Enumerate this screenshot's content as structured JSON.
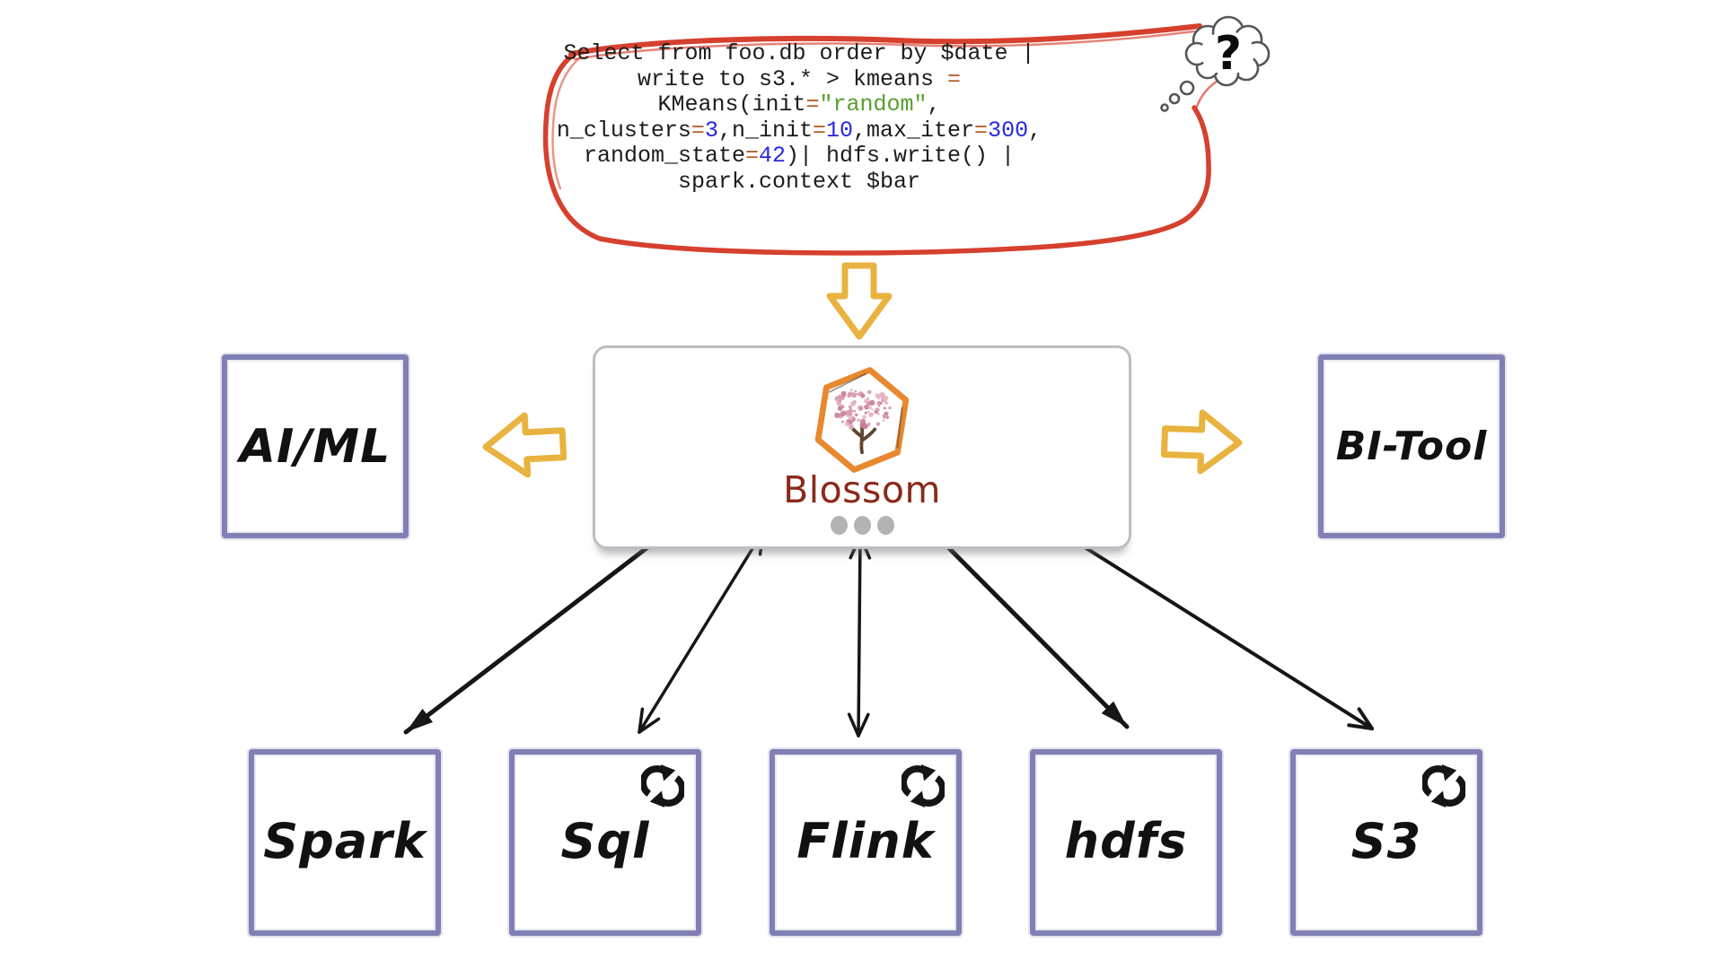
{
  "query_bubble": {
    "lines": [
      [
        {
          "t": "Select from foo.db order by $date |",
          "c": "k"
        }
      ],
      [
        {
          "t": "write to s3.* > kmeans ",
          "c": "k"
        },
        {
          "t": "=",
          "c": "op"
        }
      ],
      [
        {
          "t": "KMeans(init",
          "c": "k"
        },
        {
          "t": "=",
          "c": "op"
        },
        {
          "t": "\"random\"",
          "c": "str"
        },
        {
          "t": ",",
          "c": "k"
        }
      ],
      [
        {
          "t": "n_clusters",
          "c": "k"
        },
        {
          "t": "=",
          "c": "op"
        },
        {
          "t": "3",
          "c": "num"
        },
        {
          "t": ",n_init",
          "c": "k"
        },
        {
          "t": "=",
          "c": "op"
        },
        {
          "t": "10",
          "c": "num"
        },
        {
          "t": ",max_iter",
          "c": "k"
        },
        {
          "t": "=",
          "c": "op"
        },
        {
          "t": "300",
          "c": "num"
        },
        {
          "t": ",",
          "c": "k"
        }
      ],
      [
        {
          "t": "random_state",
          "c": "k"
        },
        {
          "t": "=",
          "c": "op"
        },
        {
          "t": "42",
          "c": "num"
        },
        {
          "t": ")| hdfs.write() |",
          "c": "k"
        }
      ],
      [
        {
          "t": "spark.context $bar",
          "c": "k"
        }
      ]
    ]
  },
  "thought_cloud": {
    "symbol": "?"
  },
  "flow": {
    "center": {
      "label": "Blossom",
      "logo": "blossom-hexagon-tree-logo",
      "ellipsis_dots": 3
    },
    "left": {
      "label": "AI/ML"
    },
    "right": {
      "label": "BI-Tool"
    },
    "bottom": [
      {
        "label": "Spark",
        "sync_icon": false
      },
      {
        "label": "Sql",
        "sync_icon": true
      },
      {
        "label": "Flink",
        "sync_icon": true
      },
      {
        "label": "hdfs",
        "sync_icon": false
      },
      {
        "label": "S3",
        "sync_icon": true
      }
    ]
  },
  "colors": {
    "bubble-red": "#d6402e",
    "code-black": "#1c1c1c",
    "code-orange": "#b45f28",
    "code-blue": "#2727dd",
    "code-green": "#56a02f",
    "box-purple": "#8080b4",
    "arrow-yellow": "#e9b340",
    "arrow-black": "#161616",
    "brand-maroon": "#8a2a1b",
    "logo-orange": "#e8882f",
    "foliage-pink": "#d795ab",
    "foliage-pink-light": "#e7b5c6",
    "foliage-pink-deep": "#c97e98",
    "trunk-brown": "#5f4632",
    "dot-gray": "#b3b3b3",
    "cloud-gray": "#565656",
    "center-border-gray": "#bdbdc2"
  }
}
